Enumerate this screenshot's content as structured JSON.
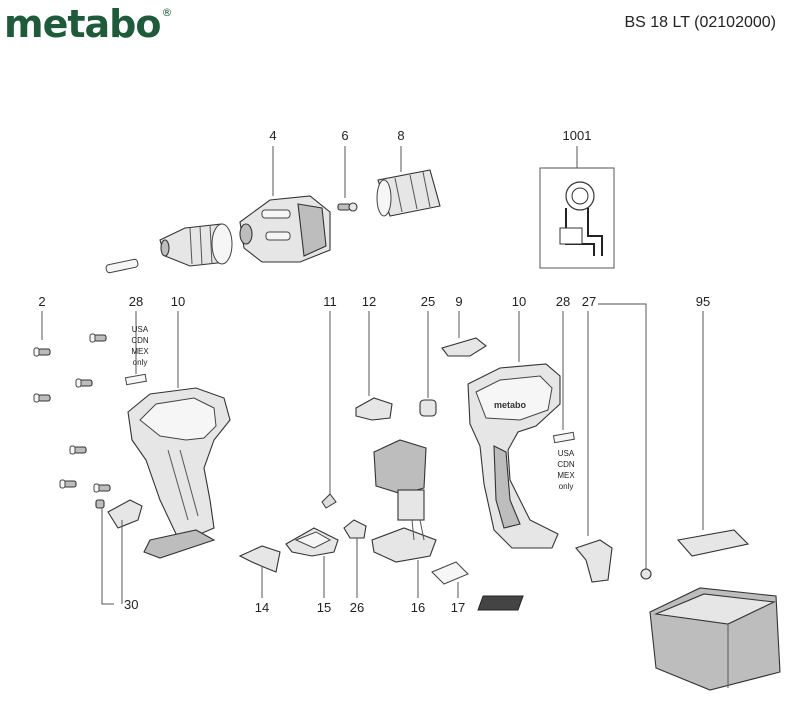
{
  "header": {
    "brand": "metabo",
    "model": "BS 18 LT (02102000)"
  },
  "labels": {
    "p4": "4",
    "p6": "6",
    "p8": "8",
    "p1001": "1001",
    "p2": "2",
    "p28a": "28",
    "p10a": "10",
    "p11": "11",
    "p12": "12",
    "p25": "25",
    "p9": "9",
    "p10b": "10",
    "p28b": "28",
    "p27": "27",
    "p95": "95",
    "p30": "30",
    "p14": "14",
    "p15": "15",
    "p26": "26",
    "p16": "16",
    "p17": "17"
  },
  "notes": {
    "left": [
      "USA",
      "CDN",
      "MEX",
      "only"
    ],
    "right": [
      "USA",
      "CDN",
      "MEX",
      "only"
    ]
  }
}
